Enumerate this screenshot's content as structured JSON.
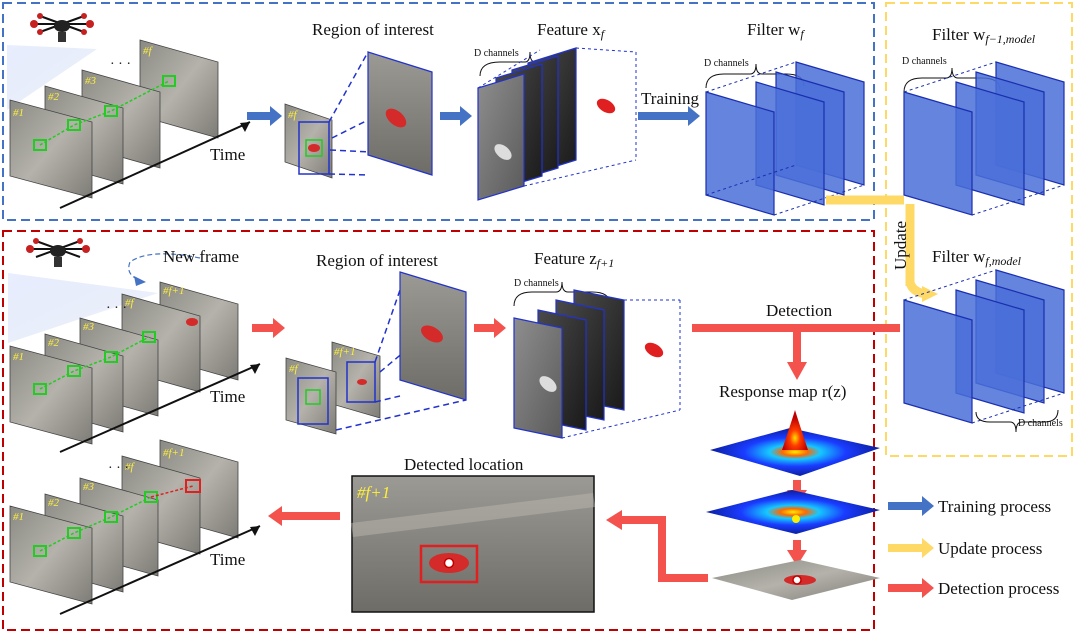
{
  "training": {
    "roi_title": "Region of interest",
    "feature_title": "Feature x",
    "feature_sub": "f",
    "filter_title": "Filter w",
    "filter_sub": "f",
    "prev_filter_title": "Filter w",
    "prev_filter_sub": "f−1,model",
    "channels": "D channels",
    "training_label": "Training",
    "time_label": "Time",
    "frames": [
      "#1",
      "#2",
      "#3",
      "#f"
    ],
    "roi_frame": "#f"
  },
  "detection": {
    "new_frame": "New frame",
    "roi_title": "Region of interest",
    "feature_title": "Feature z",
    "feature_sub": "f+1",
    "channels": "D channels",
    "detection_label": "Detection",
    "response_title": "Response map r(z)",
    "time_label": "Time",
    "frames": [
      "#1",
      "#2",
      "#3",
      "#f",
      "#f+1"
    ],
    "roi_frames": [
      "#f",
      "#f+1"
    ],
    "detected_title": "Detected location",
    "detected_frame": "#f+1",
    "result_frames": [
      "#1",
      "#2",
      "#3",
      "#f",
      "#f+1"
    ]
  },
  "update": {
    "update_label": "Update",
    "model_title": "Filter w",
    "model_sub": "f,model",
    "channels": "D channels"
  },
  "legend": {
    "items": [
      {
        "label": "Training process",
        "color": "#4472c4"
      },
      {
        "label": "Update process",
        "color": "#ffd966"
      },
      {
        "label": "Detection process",
        "color": "#f4524d"
      }
    ]
  },
  "colors": {
    "training_box": "#4472c4",
    "update_box": "#ffd966",
    "detection_box": "#c00000",
    "filter_fill": "#4a6fd8",
    "track_green": "#22cc22",
    "car_red": "#e02020"
  }
}
